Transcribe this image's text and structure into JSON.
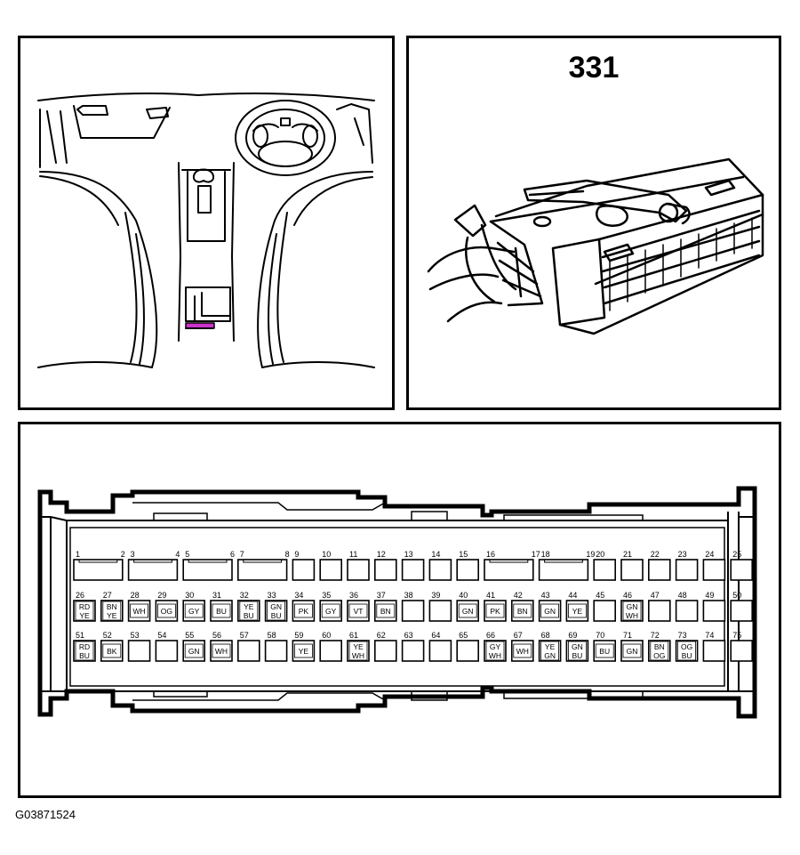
{
  "connector": {
    "title": "331"
  },
  "figure_id": "G03871524",
  "highlight_color": "#cc33cc",
  "rows": [
    [
      {
        "n": "1",
        "c": [],
        "w": 2
      },
      {
        "n": "2",
        "c": [],
        "w": 0
      },
      {
        "n": "3",
        "c": [],
        "w": 2
      },
      {
        "n": "4",
        "c": [],
        "w": 0
      },
      {
        "n": "5",
        "c": [],
        "w": 2
      },
      {
        "n": "6",
        "c": [],
        "w": 0
      },
      {
        "n": "7",
        "c": [],
        "w": 2
      },
      {
        "n": "8",
        "c": [],
        "w": 0
      },
      {
        "n": "9",
        "c": []
      },
      {
        "n": "10",
        "c": []
      },
      {
        "n": "11",
        "c": []
      },
      {
        "n": "12",
        "c": []
      },
      {
        "n": "13",
        "c": []
      },
      {
        "n": "14",
        "c": []
      },
      {
        "n": "15",
        "c": []
      },
      {
        "n": "16",
        "c": [],
        "w": 2
      },
      {
        "n": "17",
        "c": [],
        "w": 0
      },
      {
        "n": "18",
        "c": [],
        "w": 2
      },
      {
        "n": "19",
        "c": [],
        "w": 0
      },
      {
        "n": "20",
        "c": []
      },
      {
        "n": "21",
        "c": []
      },
      {
        "n": "22",
        "c": []
      },
      {
        "n": "23",
        "c": []
      },
      {
        "n": "24",
        "c": []
      },
      {
        "n": "25",
        "c": []
      }
    ],
    [
      {
        "n": "26",
        "c": [
          "RD",
          "YE"
        ]
      },
      {
        "n": "27",
        "c": [
          "BN",
          "YE"
        ]
      },
      {
        "n": "28",
        "c": [
          "WH"
        ]
      },
      {
        "n": "29",
        "c": [
          "OG"
        ]
      },
      {
        "n": "30",
        "c": [
          "GY"
        ]
      },
      {
        "n": "31",
        "c": [
          "BU"
        ]
      },
      {
        "n": "32",
        "c": [
          "YE",
          "BU"
        ]
      },
      {
        "n": "33",
        "c": [
          "GN",
          "BU"
        ]
      },
      {
        "n": "34",
        "c": [
          "PK"
        ]
      },
      {
        "n": "35",
        "c": [
          "GY"
        ]
      },
      {
        "n": "36",
        "c": [
          "VT"
        ]
      },
      {
        "n": "37",
        "c": [
          "BN"
        ]
      },
      {
        "n": "38",
        "c": []
      },
      {
        "n": "39",
        "c": []
      },
      {
        "n": "40",
        "c": [
          "GN"
        ]
      },
      {
        "n": "41",
        "c": [
          "PK"
        ]
      },
      {
        "n": "42",
        "c": [
          "BN"
        ]
      },
      {
        "n": "43",
        "c": [
          "GN"
        ]
      },
      {
        "n": "44",
        "c": [
          "YE"
        ]
      },
      {
        "n": "45",
        "c": []
      },
      {
        "n": "46",
        "c": [
          "GN",
          "WH"
        ]
      },
      {
        "n": "47",
        "c": []
      },
      {
        "n": "48",
        "c": []
      },
      {
        "n": "49",
        "c": []
      },
      {
        "n": "50",
        "c": []
      }
    ],
    [
      {
        "n": "51",
        "c": [
          "RD",
          "BU"
        ]
      },
      {
        "n": "52",
        "c": [
          "BK"
        ]
      },
      {
        "n": "53",
        "c": []
      },
      {
        "n": "54",
        "c": []
      },
      {
        "n": "55",
        "c": [
          "GN"
        ]
      },
      {
        "n": "56",
        "c": [
          "WH"
        ]
      },
      {
        "n": "57",
        "c": []
      },
      {
        "n": "58",
        "c": []
      },
      {
        "n": "59",
        "c": [
          "YE"
        ]
      },
      {
        "n": "60",
        "c": []
      },
      {
        "n": "61",
        "c": [
          "YE",
          "WH"
        ]
      },
      {
        "n": "62",
        "c": []
      },
      {
        "n": "63",
        "c": []
      },
      {
        "n": "64",
        "c": []
      },
      {
        "n": "65",
        "c": []
      },
      {
        "n": "66",
        "c": [
          "GY",
          "WH"
        ]
      },
      {
        "n": "67",
        "c": [
          "WH"
        ]
      },
      {
        "n": "68",
        "c": [
          "YE",
          "GN"
        ]
      },
      {
        "n": "69",
        "c": [
          "GN",
          "BU"
        ]
      },
      {
        "n": "70",
        "c": [
          "BU"
        ]
      },
      {
        "n": "71",
        "c": [
          "GN"
        ]
      },
      {
        "n": "72",
        "c": [
          "BN",
          "OG"
        ]
      },
      {
        "n": "73",
        "c": [
          "OG",
          "BU"
        ]
      },
      {
        "n": "74",
        "c": []
      },
      {
        "n": "75",
        "c": []
      }
    ]
  ]
}
